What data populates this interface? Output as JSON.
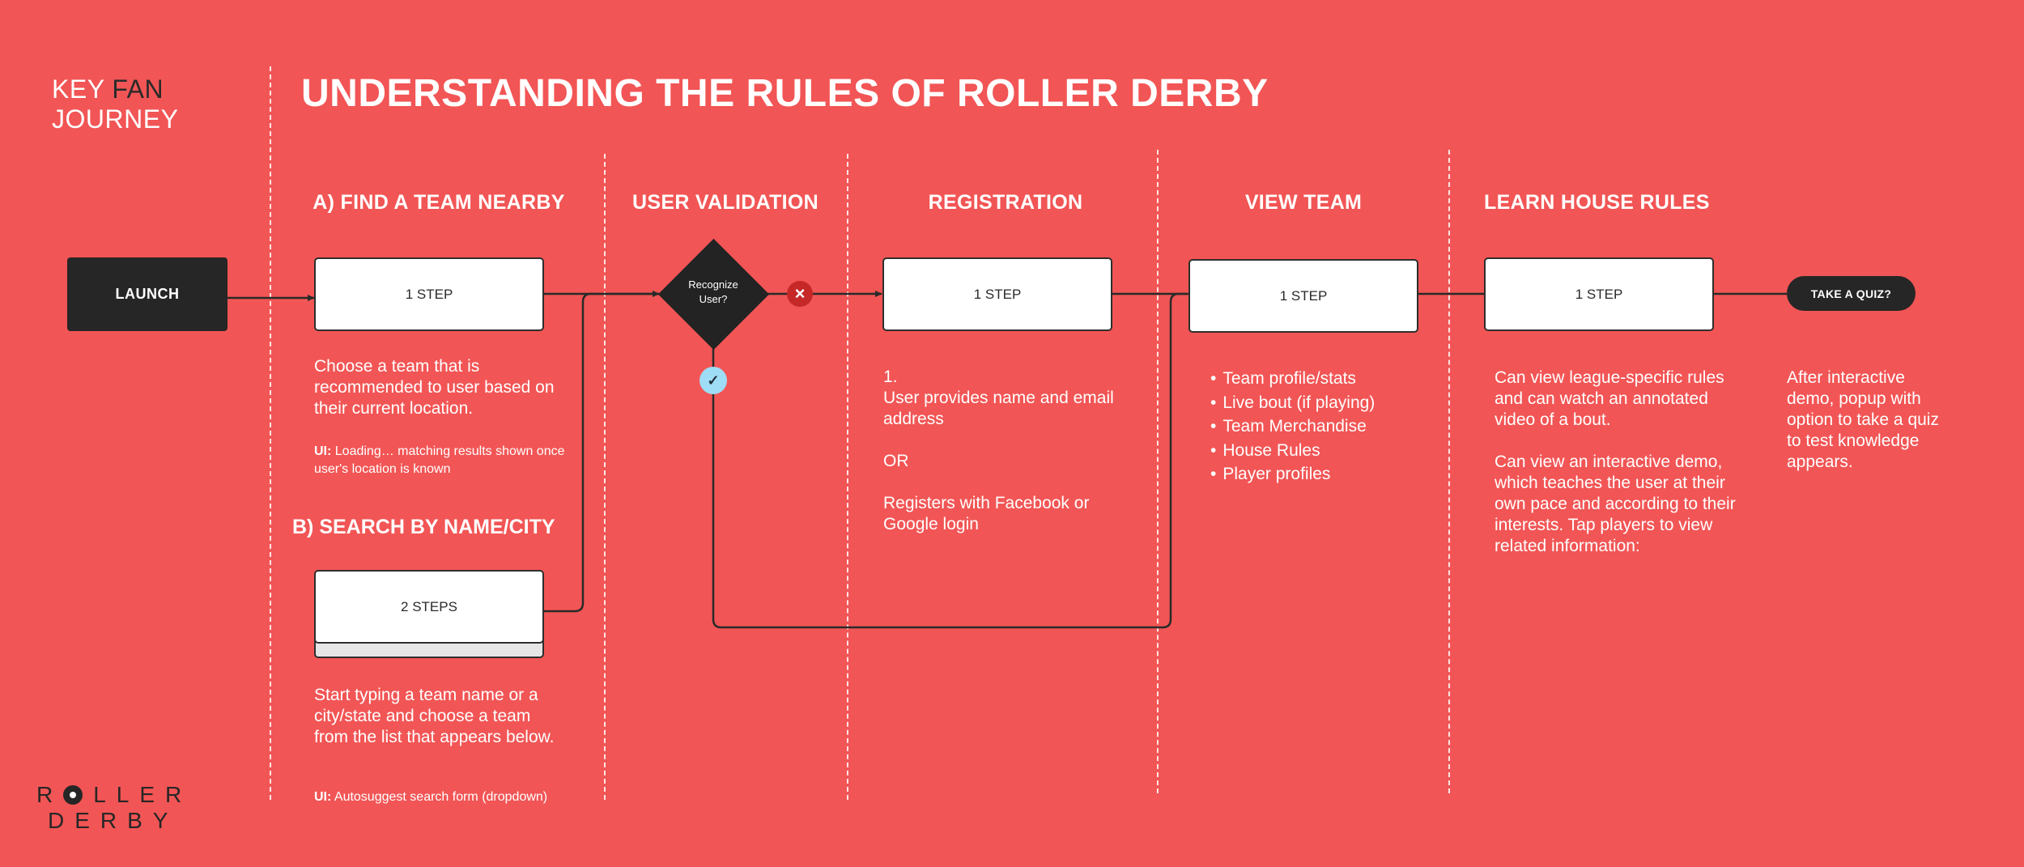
{
  "header": {
    "kfj_key": "KEY",
    "kfj_fan": "FAN",
    "kfj_journey": "JOURNEY",
    "title": "UNDERSTANDING THE RULES OF ROLLER DERBY"
  },
  "columns": {
    "find_team": "A) FIND A TEAM NEARBY",
    "search": "B) SEARCH BY NAME/CITY",
    "validation": "USER VALIDATION",
    "registration": "REGISTRATION",
    "view_team": "VIEW TEAM",
    "learn": "LEARN HOUSE RULES"
  },
  "nodes": {
    "launch": "LAUNCH",
    "find_step": "1 STEP",
    "search_step": "2 STEPS",
    "decision": "Recognize User?",
    "registration_step": "1 STEP",
    "view_step": "1 STEP",
    "learn_step": "1 STEP",
    "quiz": "TAKE A QUIZ?",
    "reject_icon": "×",
    "accept_icon": "✓"
  },
  "texts": {
    "find_desc": "Choose a team that is recommended to user based on their current location.",
    "find_ui_label": "UI:",
    "find_ui": "Loading… matching results shown once user's location is known",
    "search_desc": "Start typing a team name or a city/state and choose a team from the list that appears below.",
    "search_ui_label": "UI:",
    "search_ui": "Autosuggest search form (dropdown)",
    "reg_num": "1.",
    "reg_line1": "User provides name and email address",
    "reg_or": "OR",
    "reg_line2": "Registers with Facebook or Google login",
    "view_bullets": [
      "Team profile/stats",
      "Live bout (if playing)",
      "Team Merchandise",
      "House Rules",
      "Player profiles"
    ],
    "learn_p1": "Can view league-specific rules and can watch an annotated video of a bout.",
    "learn_p2": "Can view an interactive demo, which teaches the user at their own pace and according to their interests. Tap players to view related information:",
    "quiz_desc": "After interactive demo, popup with option to take a quiz to test knowledge appears."
  },
  "logo": {
    "line1_a": "R",
    "line1_b": "LLER",
    "line2": "DERBY"
  },
  "colors": {
    "background": "#f25555",
    "dark": "#262626",
    "reject": "#c62828",
    "accept": "#9fdcf5"
  }
}
